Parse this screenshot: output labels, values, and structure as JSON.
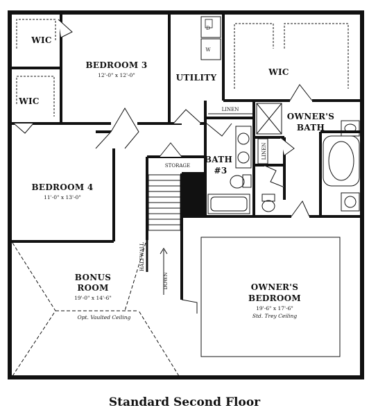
{
  "caption": "Standard Second Floor",
  "rooms": {
    "wic_top_left": "WIC",
    "wic_left": "WIC",
    "bedroom3": {
      "name": "BEDROOM 3",
      "dims": "12'-0\" x 12'-0\""
    },
    "utility": "UTILITY",
    "wic_owner": "WIC",
    "owners_bath": {
      "line1": "OWNER'S",
      "line2": "BATH"
    },
    "linen_top": "LINEN",
    "linen_side": "LINEN",
    "bath3": {
      "line1": "BATH",
      "line2": "#3"
    },
    "storage": "STORAGE",
    "bedroom4": {
      "name": "BEDROOM 4",
      "dims": "11'-0\" x 13'-0\""
    },
    "bonus": {
      "line1": "BONUS",
      "line2": "ROOM",
      "dims": "19'-0\" x 14'-6\"",
      "note": "Opt. Vaulted Ceiling"
    },
    "owners_bedroom": {
      "line1": "OWNER'S",
      "line2": "BEDROOM",
      "dims": "19'-6\" x 17'-6\"",
      "note": "Std. Trey Ceiling"
    },
    "halfwall": "HALFWALL",
    "down": "DOWN",
    "washer": "W",
    "dryer": "D"
  }
}
